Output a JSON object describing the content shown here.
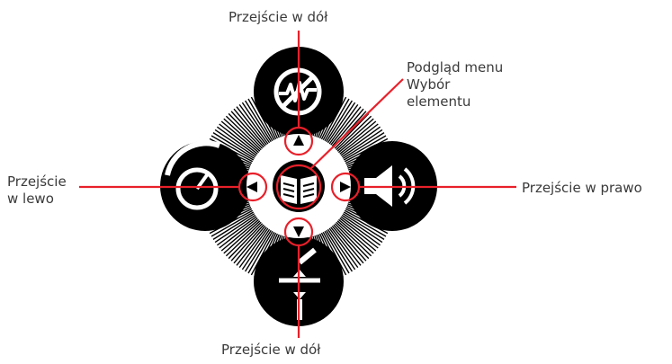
{
  "labels": {
    "up": "Przejście w dół",
    "down": "Przejście w dół",
    "left_line1": "Przejście",
    "left_line2": "w lewo",
    "right": "Przejście w prawo",
    "center_line1": "Podgląd menu",
    "center_line2": "Wybór",
    "center_line3": "elementu"
  },
  "icons": {
    "top": "no-signal-icon",
    "left": "gauge-icon",
    "right": "speaker-volume-icon",
    "bottom": "pinpoint-icon",
    "center": "open-book-menu-icon",
    "up_arrow": "triangle-up",
    "down_arrow": "triangle-down",
    "left_arrow": "triangle-left",
    "right_arrow": "triangle-right"
  },
  "colors": {
    "pointer": "#e8202a",
    "body": "#000000",
    "text": "#3a3a3a"
  }
}
